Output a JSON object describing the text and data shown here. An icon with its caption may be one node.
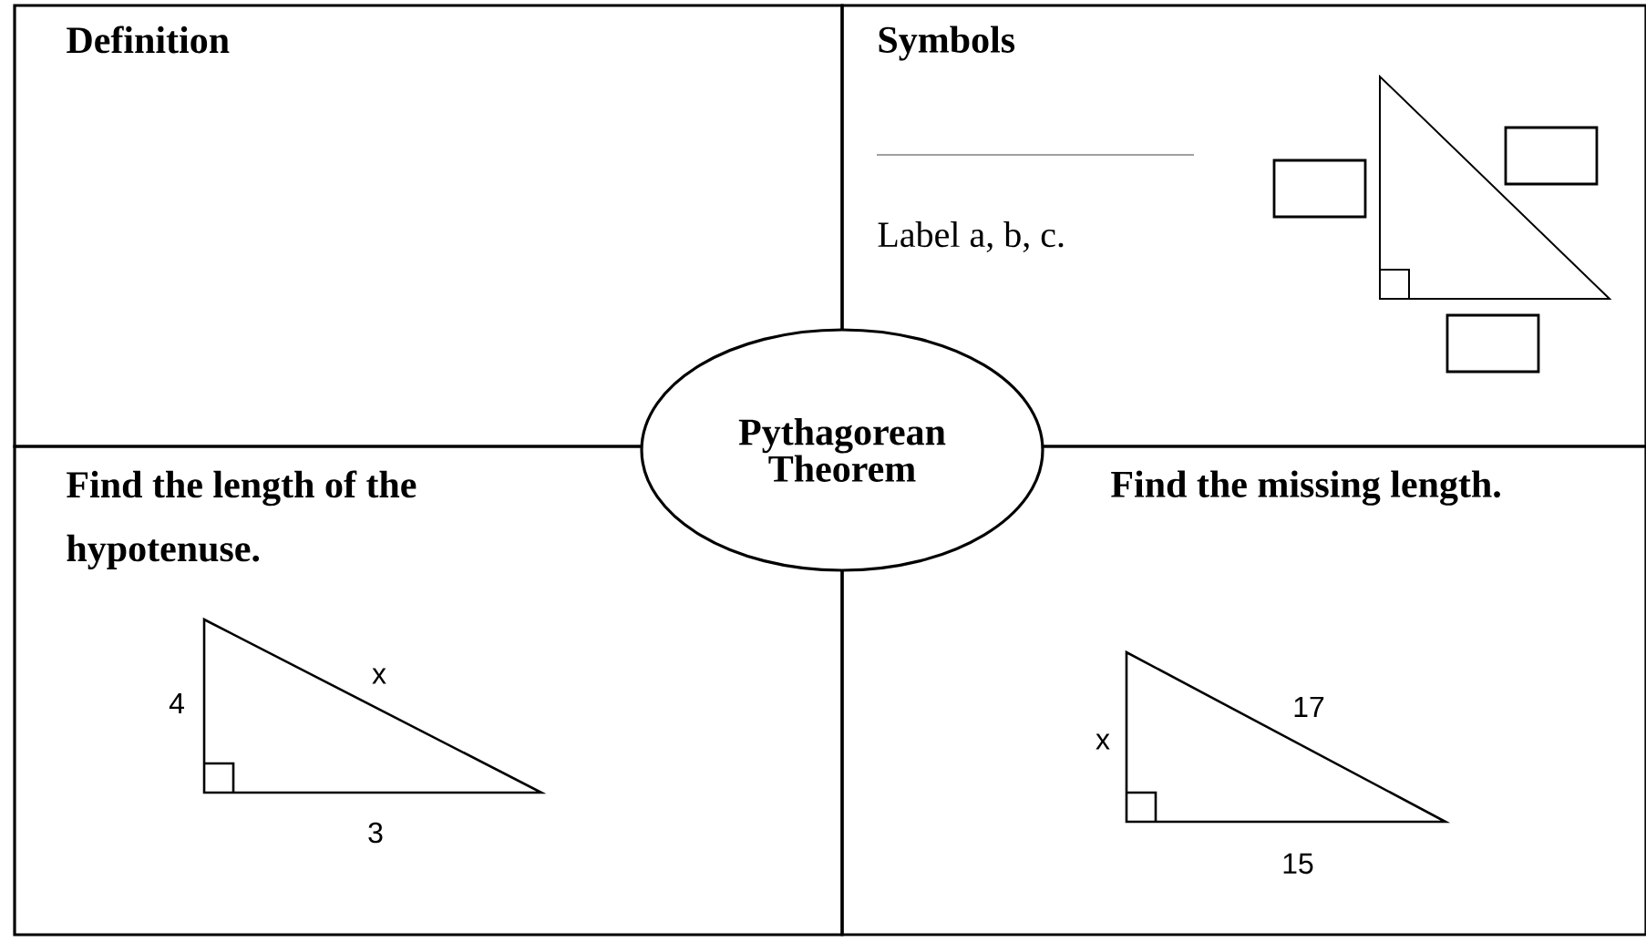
{
  "diagram": {
    "nodes": [
      {
        "text": [
          "Definition"
        ]
      },
      {
        "text": [
          "Symbols",
          "Label a, b, c."
        ]
      },
      {
        "text": [
          "Find the length of the hypotenuse."
        ]
      },
      {
        "text": [
          "Find the missing length."
        ]
      },
      {
        "text": [
          "Pythagorean Theorem"
        ]
      }
    ],
    "labels": [
      "4",
      "x",
      "3",
      "x",
      "17",
      "15"
    ]
  }
}
